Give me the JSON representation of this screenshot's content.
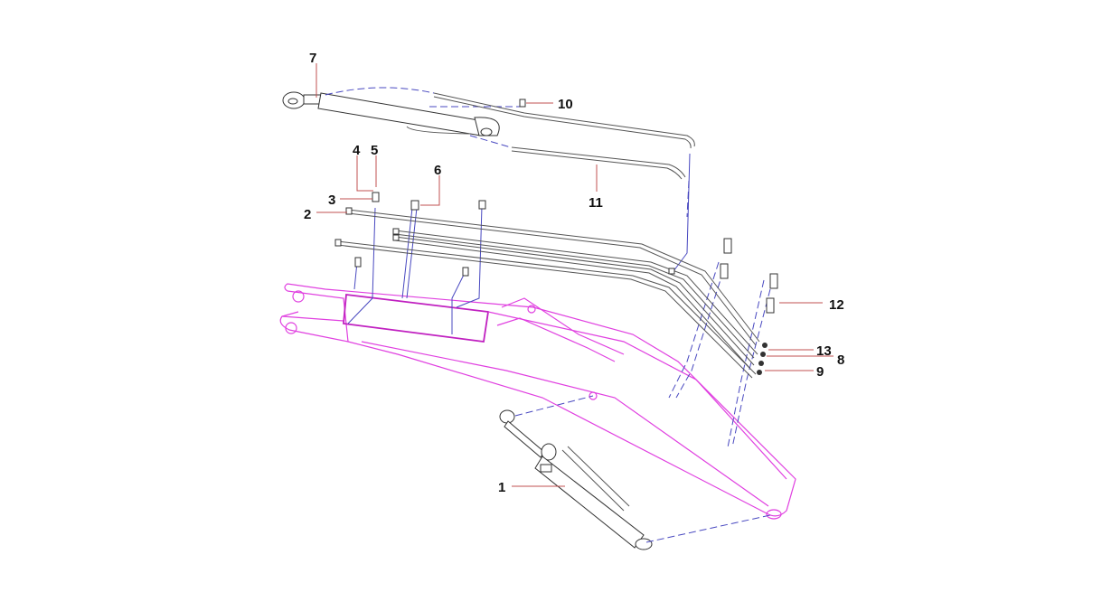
{
  "diagram": {
    "callouts": [
      {
        "id": "1",
        "label": "1"
      },
      {
        "id": "2",
        "label": "2"
      },
      {
        "id": "3",
        "label": "3"
      },
      {
        "id": "4",
        "label": "4"
      },
      {
        "id": "5",
        "label": "5"
      },
      {
        "id": "6",
        "label": "6"
      },
      {
        "id": "7",
        "label": "7"
      },
      {
        "id": "8",
        "label": "8"
      },
      {
        "id": "9",
        "label": "9"
      },
      {
        "id": "10",
        "label": "10"
      },
      {
        "id": "11",
        "label": "11"
      },
      {
        "id": "12",
        "label": "12"
      },
      {
        "id": "13",
        "label": "13"
      }
    ],
    "colors": {
      "boom": "#e040e0",
      "hose": "#555555",
      "dashed_link": "#4848c0",
      "leader": "#c05050"
    }
  }
}
